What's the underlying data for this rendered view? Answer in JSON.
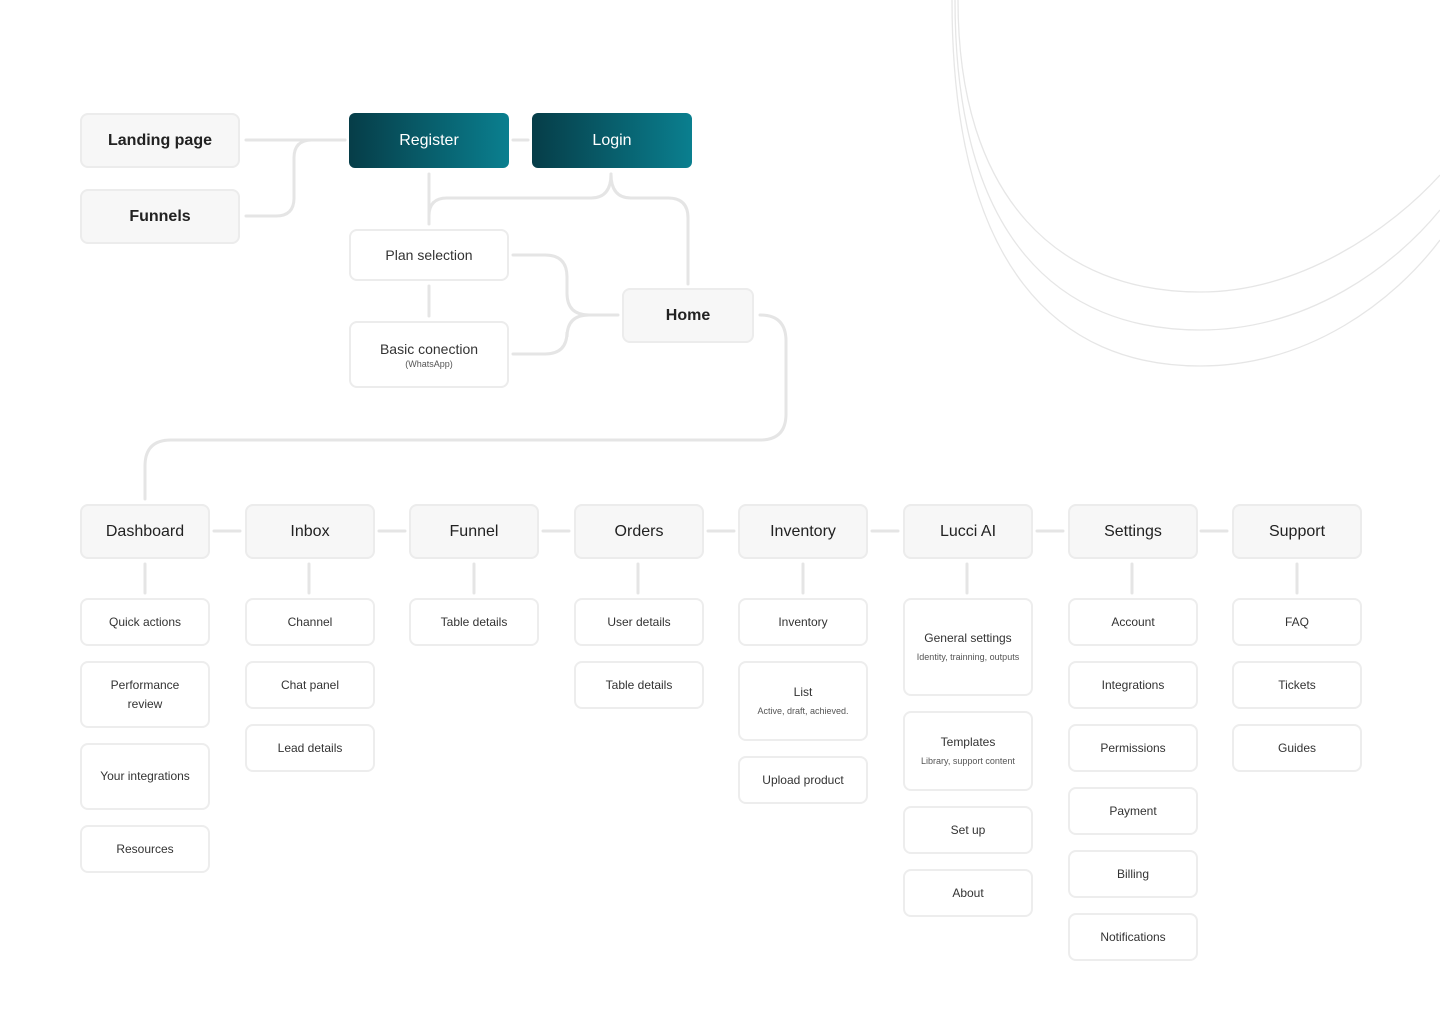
{
  "entry": {
    "landing": "Landing page",
    "funnels": "Funnels",
    "register": "Register",
    "login": "Login",
    "plan": "Plan selection",
    "basic": "Basic conection",
    "basic_note": "(WhatsApp)",
    "home": "Home"
  },
  "sections": [
    {
      "title": "Dashboard",
      "items": [
        {
          "label": "Quick actions"
        },
        {
          "label": "Performance review"
        },
        {
          "label": "Your integrations"
        },
        {
          "label": "Resources"
        }
      ]
    },
    {
      "title": "Inbox",
      "items": [
        {
          "label": "Channel"
        },
        {
          "label": "Chat panel"
        },
        {
          "label": "Lead details"
        }
      ]
    },
    {
      "title": "Funnel",
      "items": [
        {
          "label": "Table details"
        }
      ]
    },
    {
      "title": "Orders",
      "items": [
        {
          "label": "User details"
        },
        {
          "label": "Table details"
        }
      ]
    },
    {
      "title": "Inventory",
      "items": [
        {
          "label": "Inventory"
        },
        {
          "label": "List",
          "note": "Active, draft, achieved."
        },
        {
          "label": "Upload product"
        }
      ]
    },
    {
      "title": "Lucci AI",
      "items": [
        {
          "label": "General settings",
          "note": "Identity, trainning, outputs"
        },
        {
          "label": "Templates",
          "note": "Library, support content"
        },
        {
          "label": "Set up"
        },
        {
          "label": "About"
        }
      ]
    },
    {
      "title": "Settings",
      "items": [
        {
          "label": "Account"
        },
        {
          "label": "Integrations"
        },
        {
          "label": "Permissions"
        },
        {
          "label": "Payment"
        },
        {
          "label": "Billing"
        },
        {
          "label": "Notifications"
        }
      ]
    },
    {
      "title": "Support",
      "items": [
        {
          "label": "FAQ"
        },
        {
          "label": "Tickets"
        },
        {
          "label": "Guides"
        }
      ]
    }
  ]
}
